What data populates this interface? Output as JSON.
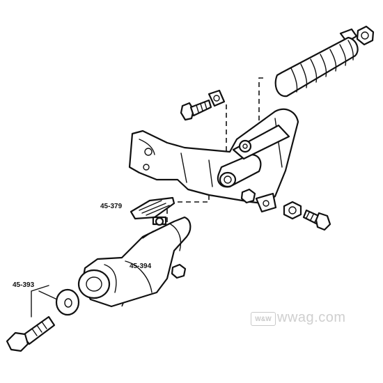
{
  "labels": {
    "footpeg_part": "45-379",
    "bracket_part": "45-394",
    "bolt_kit_part": "45-393"
  },
  "watermark": {
    "badge": "W&W",
    "site": "wwag.com"
  },
  "colors": {
    "line": "#111111",
    "background": "#ffffff",
    "watermark": "#c9c9c9"
  }
}
